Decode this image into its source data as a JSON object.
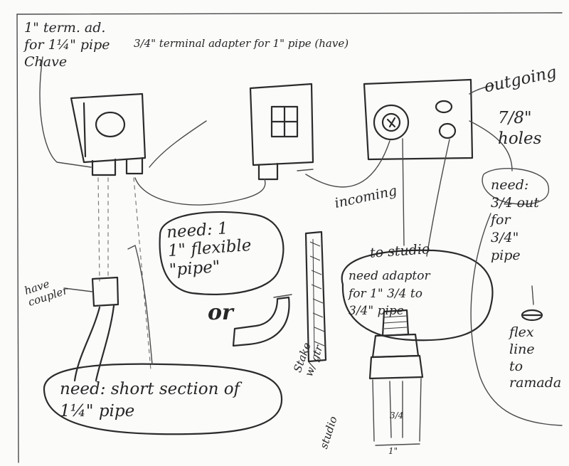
{
  "title": "",
  "labels": {
    "left_terminal": "1\" term. ad.\nfor 1¼\" pipe\nChave",
    "middle_terminal": "3/4\" terminal\nadapter\nfor\n1\" pipe\n(have)",
    "outgoing": "outgoing",
    "holes": "7/8\"\nholes",
    "incoming": "incoming",
    "need_flex": "need: 1\n1\" flexible\n\"pipe\"",
    "or": "or",
    "have_coupler": "have\ncoupler",
    "need_short": "need: short section of\n1¼\" pipe",
    "stake": "Stake\nw/ gtr",
    "studio_under": "studio",
    "to_studio": "to studio",
    "need_adaptor": "need adaptor\nfor 1\" 3/4 to\n3/4\" pipe",
    "dim_small": "3/4",
    "dim_bottom": "1\"",
    "need_right": "need:\n3/4 out\nfor\n3/4\"\npipe",
    "flex_line": "flex\nline\nto\nramada"
  }
}
